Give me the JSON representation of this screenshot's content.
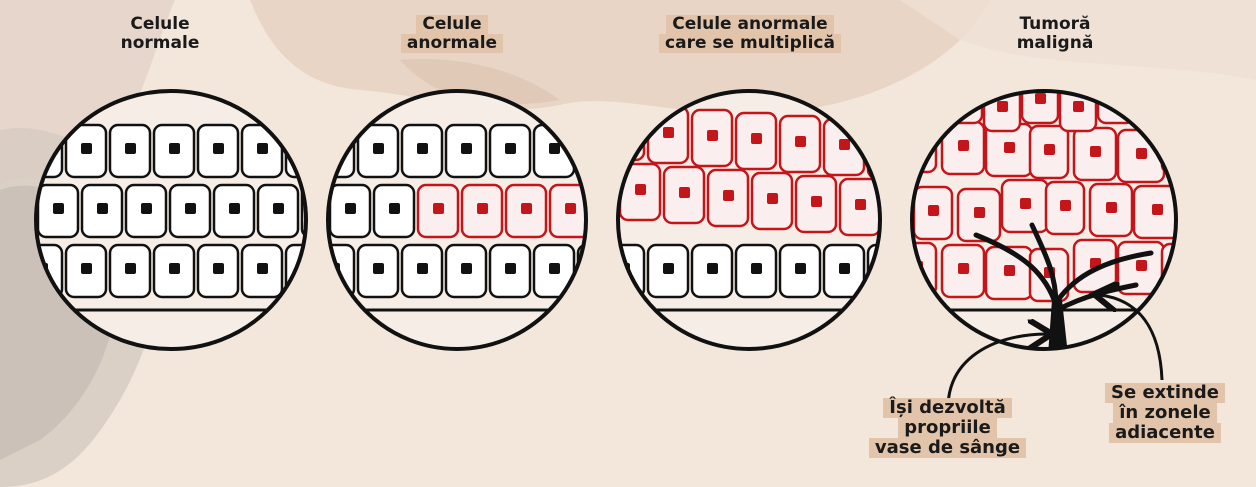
{
  "stages": [
    {
      "title_line1": "Celule",
      "title_line2": "normale",
      "state": "normal"
    },
    {
      "title_line1": "Celule",
      "title_line2": "anormale",
      "state": "abnormal"
    },
    {
      "title_line1": "Celule anormale",
      "title_line2": "care se multiplică",
      "state": "multiplying"
    },
    {
      "title_line1": "Tumoră",
      "title_line2": "malignă",
      "state": "malignant"
    }
  ],
  "annotations": {
    "vessels_line1": "Își dezvoltă",
    "vessels_line2": "propriile",
    "vessels_line3": "vase de sânge",
    "spread_line1": "Se extinde",
    "spread_line2": "în zonele",
    "spread_line3": "adiacente"
  },
  "colors": {
    "background": "#f3e7dc",
    "label_highlight": "#e2c4ab",
    "abnormal_cell": "#c4151a",
    "outline": "#111111",
    "normal_cell_fill": "#ffffff"
  }
}
